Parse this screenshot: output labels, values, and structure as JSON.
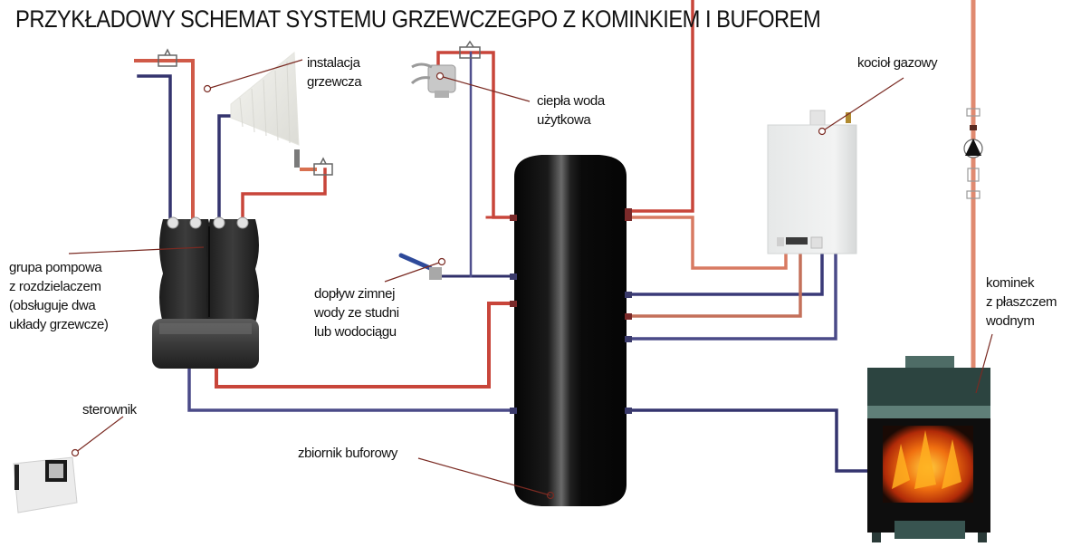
{
  "title": "PRZYKŁADOWY SCHEMAT SYSTEMU GRZEWCZEGPO Z KOMINKIEM I BUFOREM",
  "colors": {
    "hot_pipe": "#c8453a",
    "hot_pipe_light": "#e08a70",
    "cold_pipe": "#3a3a78",
    "cold_pipe_light": "#8c8cc0",
    "tank": "#070707",
    "boiler": "#eceeee",
    "fireplace": "#2f4a46",
    "fire": "#f06010",
    "leader_line": "#7a2a22"
  },
  "labels": {
    "heating_installation": [
      "instalacja",
      "grzewcza"
    ],
    "hot_utility_water": [
      "ciepła woda",
      "użytkowa"
    ],
    "gas_boiler": [
      "kocioł gazowy"
    ],
    "pump_group": [
      "grupa pompowa",
      "z rozdzielaczem",
      "(obsługuje dwa",
      "układy grzewcze)"
    ],
    "cold_water_inlet": [
      "dopływ zimnej",
      "wody ze studni",
      "lub wodociągu"
    ],
    "fireplace": [
      "kominek",
      "z płaszczem",
      "wodnym"
    ],
    "controller": [
      "sterownik"
    ],
    "buffer_tank": [
      "zbiornik buforowy"
    ]
  },
  "components": [
    {
      "id": "radiator",
      "icon": "radiator-icon"
    },
    {
      "id": "faucet",
      "icon": "faucet-icon"
    },
    {
      "id": "gas-boiler",
      "icon": "boiler-icon"
    },
    {
      "id": "buffer-tank",
      "icon": "tank-icon"
    },
    {
      "id": "pump-group",
      "icon": "pump-group-icon"
    },
    {
      "id": "cold-water-valve",
      "icon": "valve-icon"
    },
    {
      "id": "circulation-pump",
      "icon": "pump-icon"
    },
    {
      "id": "fireplace",
      "icon": "fireplace-icon"
    },
    {
      "id": "controller",
      "icon": "controller-icon"
    }
  ]
}
